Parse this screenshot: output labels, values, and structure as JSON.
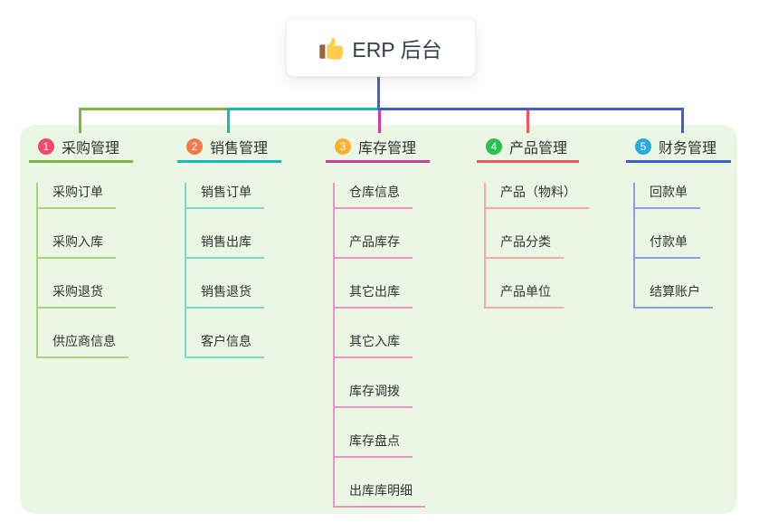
{
  "root": {
    "title": "ERP 后台",
    "icon": "thumbs-up-icon"
  },
  "branches": [
    {
      "index": "1",
      "label": "采购管理",
      "badge_color": "#F24B6D",
      "line_color": "#7CB93E",
      "child_line_color": "#A9D37E",
      "children": [
        "采购订单",
        "采购入库",
        "采购退货",
        "供应商信息"
      ]
    },
    {
      "index": "2",
      "label": "销售管理",
      "badge_color": "#F9794A",
      "line_color": "#12BDB5",
      "child_line_color": "#7ED9D1",
      "children": [
        "销售订单",
        "销售出库",
        "销售退货",
        "客户信息"
      ]
    },
    {
      "index": "3",
      "label": "库存管理",
      "badge_color": "#FFB02E",
      "line_color": "#D63A9E",
      "child_line_color": "#F090C8",
      "children": [
        "仓库信息",
        "产品库存",
        "其它出库",
        "其它入库",
        "库存调拨",
        "库存盘点",
        "出库库明细"
      ]
    },
    {
      "index": "4",
      "label": "产品管理",
      "badge_color": "#2DBE56",
      "line_color": "#F8545C",
      "child_line_color": "#F9A7A9",
      "children": [
        "产品（物料）",
        "产品分类",
        "产品单位"
      ]
    },
    {
      "index": "5",
      "label": "财务管理",
      "badge_color": "#2BAADF",
      "line_color": "#3D5CD6",
      "child_line_color": "#8CA0E8",
      "children": [
        "回款单",
        "付款单",
        "结算账户"
      ]
    }
  ],
  "colors": {
    "trunk_line": "#4A5FD2",
    "panel_bg": "#EAF7E5",
    "text": "#333333"
  }
}
